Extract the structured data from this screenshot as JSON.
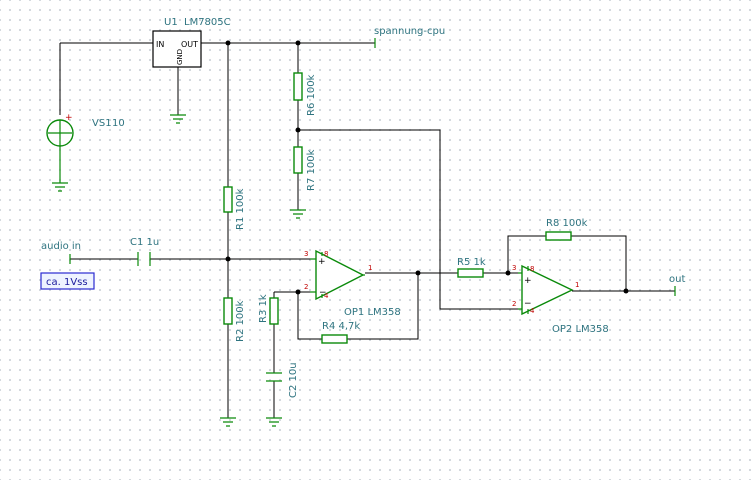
{
  "components": {
    "u1": {
      "ref": "U1",
      "value": "LM7805C",
      "pin_in": "IN",
      "pin_out": "OUT",
      "pin_gnd": "GND"
    },
    "vs1": {
      "ref": "VS1",
      "value": "10"
    },
    "r1": {
      "ref": "R1",
      "value": "100k"
    },
    "r2": {
      "ref": "R2",
      "value": "100k"
    },
    "r3": {
      "ref": "R3",
      "value": "1k"
    },
    "r4": {
      "ref": "R4",
      "value": "4,7k"
    },
    "r5": {
      "ref": "R5",
      "value": "1k"
    },
    "r6": {
      "ref": "R6",
      "value": "100k"
    },
    "r7": {
      "ref": "R7",
      "value": "100k"
    },
    "r8": {
      "ref": "R8",
      "value": "100k"
    },
    "c1": {
      "ref": "C1",
      "value": "1u"
    },
    "c2": {
      "ref": "C2",
      "value": "10u"
    },
    "op1": {
      "ref": "OP1",
      "value": "LM358",
      "pin_plus": "3",
      "pin_minus": "2",
      "pin_out": "1",
      "pin_vcc": "8",
      "pin_gnd": "4"
    },
    "op2": {
      "ref": "OP2",
      "value": "LM358",
      "pin_plus": "3",
      "pin_minus": "2",
      "pin_out": "1",
      "pin_vcc": "8",
      "pin_gnd": "4"
    }
  },
  "nets": {
    "cpu_supply": "spannung-cpu",
    "audio_in": "audio in",
    "out": "out"
  },
  "notes": {
    "input_level": "ca. 1Vss"
  },
  "colors": {
    "wire": "#000000",
    "component": "#0a8a0a",
    "label": "#2f7480",
    "pin_number": "#c00000",
    "note_border": "#2b2bd0"
  }
}
